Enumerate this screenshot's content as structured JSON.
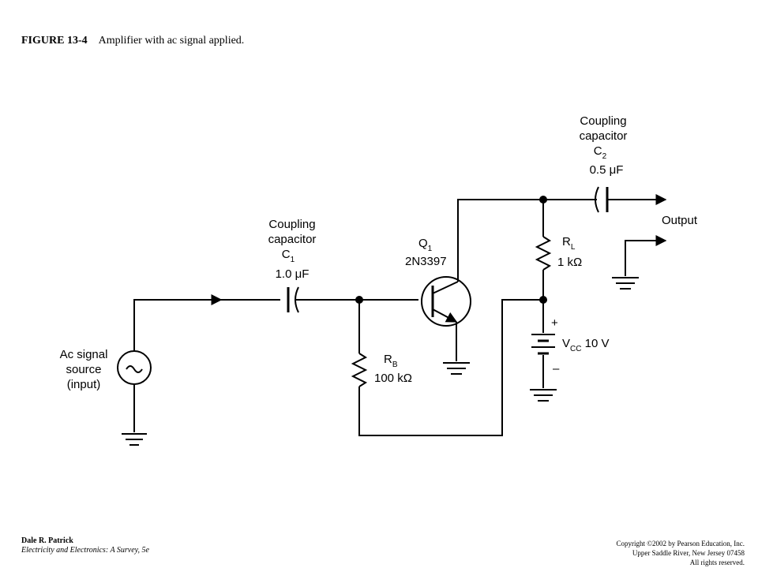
{
  "figure": {
    "number": "FIGURE 13-4",
    "caption": "Amplifier with ac signal applied."
  },
  "source": {
    "line1": "Ac signal",
    "line2": "source",
    "line3": "(input)"
  },
  "c1": {
    "line1": "Coupling",
    "line2": "capacitor",
    "name": "C",
    "sub": "1",
    "value": "1.0 μF"
  },
  "c2": {
    "line1": "Coupling",
    "line2": "capacitor",
    "name": "C",
    "sub": "2",
    "value": "0.5 μF"
  },
  "transistor": {
    "name": "Q",
    "sub": "1",
    "part": "2N3397"
  },
  "rb": {
    "name": "R",
    "sub": "B",
    "value": "100 kΩ"
  },
  "rl": {
    "name": "R",
    "sub": "L",
    "value": "1 kΩ"
  },
  "vcc": {
    "name": "V",
    "sub": "CC",
    "value": " 10 V",
    "plus": "+",
    "minus": "–"
  },
  "output": {
    "label": "Output"
  },
  "footer": {
    "author": "Dale R. Patrick",
    "book": "Electricity and Electronics:  A Survey, 5e",
    "copyright1": "Copyright ©2002 by Pearson Education, Inc.",
    "copyright2": "Upper Saddle River, New Jersey 07458",
    "copyright3": "All rights reserved."
  }
}
